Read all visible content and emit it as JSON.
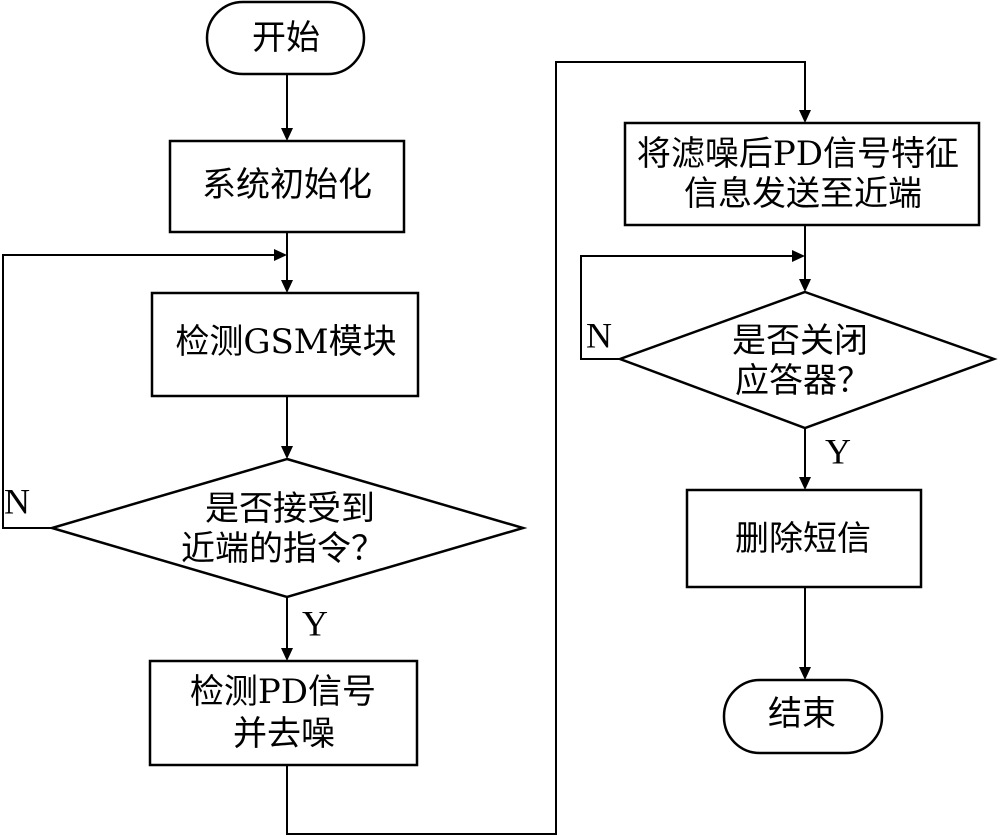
{
  "flowchart": {
    "start": {
      "label": "开始"
    },
    "init": {
      "label": "系统初始化"
    },
    "check_gsm": {
      "label": "检测GSM模块"
    },
    "decision_command": {
      "line1": "是否接受到",
      "line2": "近端的指令？"
    },
    "detect_pd": {
      "line1": "检测PD信号",
      "line2": "并去噪"
    },
    "send_info": {
      "line1": "将滤噪后PD信号特征",
      "line2": "信息发送至近端"
    },
    "decision_close": {
      "line1": "是否关闭",
      "line2": "应答器？"
    },
    "delete_sms": {
      "label": "删除短信"
    },
    "end": {
      "label": "结束"
    },
    "edge_labels": {
      "command_no": "N",
      "command_yes": "Y",
      "close_no": "N",
      "close_yes": "Y"
    }
  }
}
